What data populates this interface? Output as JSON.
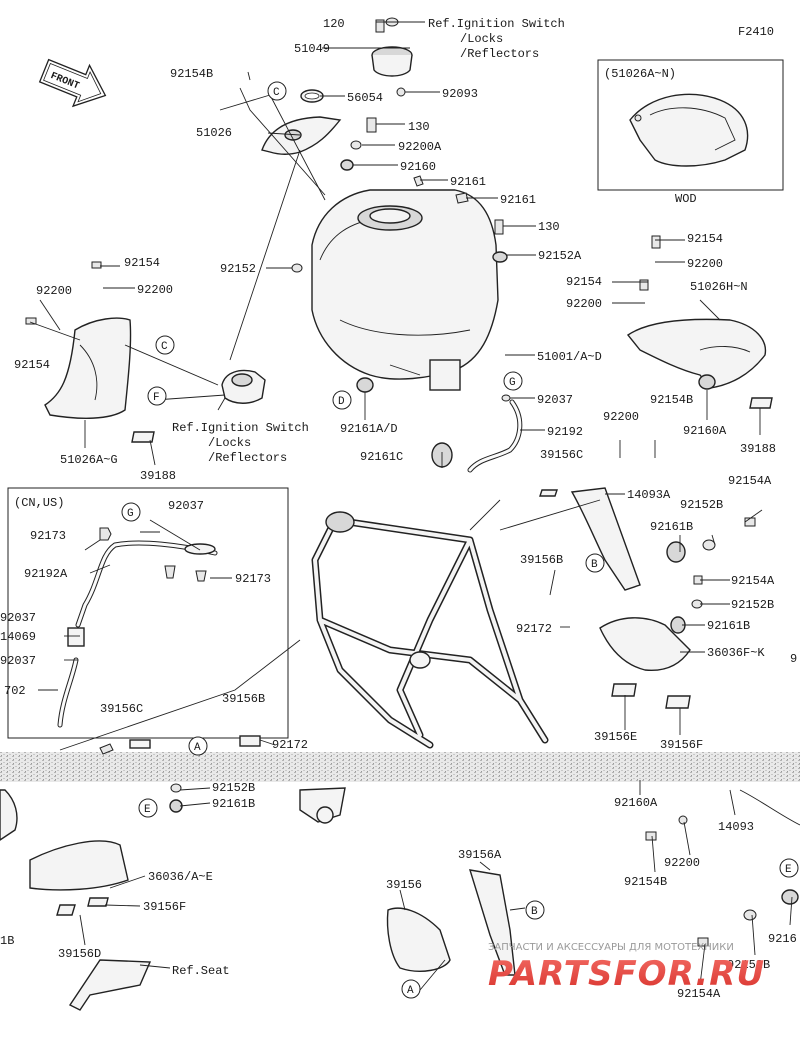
{
  "figure_code": "F2410",
  "front_label": "FRONT",
  "refs": {
    "ignition_top": [
      "Ref.Ignition Switch",
      "/Locks",
      "/Reflectors"
    ],
    "ignition_mid": [
      "Ref.Ignition Switch",
      "/Locks",
      "/Reflectors"
    ],
    "seat": "Ref.Seat"
  },
  "inset_wod": {
    "title": "(51026A~N)",
    "caption": "WOD"
  },
  "inset_cn_us": {
    "title": "(CN,US)"
  },
  "callout_letters": [
    "C",
    "C",
    "F",
    "D",
    "G",
    "G",
    "B",
    "A",
    "E",
    "B",
    "A",
    "E"
  ],
  "parts": {
    "p120": "120",
    "p51049": "51049",
    "p92154B_top": "92154B",
    "p56054": "56054",
    "p92093": "92093",
    "p51026": "51026",
    "p130_a": "130",
    "p92200A": "92200A",
    "p92160": "92160",
    "p92161_a": "92161",
    "p92161_b": "92161",
    "p130_b": "130",
    "p92152A": "92152A",
    "p92152": "92152",
    "p92154_l": "92154",
    "p92200_l": "92200",
    "p92200_ll": "92200",
    "p92154_ll": "92154",
    "p51026AG": "51026A~G",
    "p39188_l": "39188",
    "p92161AD": "92161A/D",
    "p92161C": "92161C",
    "p51001AD": "51001/A~D",
    "p92037": "92037",
    "p92192": "92192",
    "p39156C_r": "39156C",
    "p14093A": "14093A",
    "p92154_r": "92154",
    "p92200_r": "92200",
    "p92154_r2": "92154",
    "p92200_r2": "92200",
    "p51026HN": "51026H~N",
    "p92160A": "92160A",
    "p39188_r": "39188",
    "p92154B_r": "92154B",
    "p92200_r3": "92200",
    "p92154A_r": "92154A",
    "p92152B_r": "92152B",
    "p92161B_r": "92161B",
    "p39156B_c": "39156B",
    "p92154A_r2": "92154A",
    "p92152B_r2": "92152B",
    "p92172_c": "92172",
    "p92161B_r2": "92161B",
    "p36036FK": "36036F~K",
    "p39156E": "39156E",
    "p39156F_c": "39156F",
    "p92037_in": "92037",
    "p92173_a": "92173",
    "p92192A": "92192A",
    "p92173_b": "92173",
    "p92037_in2": "92037",
    "p14069": "14069",
    "p92037_in3": "92037",
    "p702": "702",
    "p39156C_l": "39156C",
    "p39156B_l": "39156B",
    "p92172_l": "92172",
    "p92152B_l": "92152B",
    "p92161B_l": "92161B",
    "p36036AE": "36036/A~E",
    "p39156F_l": "39156F",
    "p39156D": "39156D",
    "p1B": "1B",
    "p39156A": "39156A",
    "p39156": "39156",
    "p92160A_b": "92160A",
    "p14093": "14093",
    "p92200_b": "92200",
    "p92154B_b": "92154B",
    "p92152B_b": "92152B",
    "p92154A_b": "92154A",
    "p9216_cut": "9216",
    "p9_cut": "9"
  },
  "watermark": {
    "line1": "ЗАПЧАСТИ И АКСЕССУАРЫ ДЛЯ МОТОТЕХНИКИ",
    "logo": "PARTSFOR.RU"
  }
}
